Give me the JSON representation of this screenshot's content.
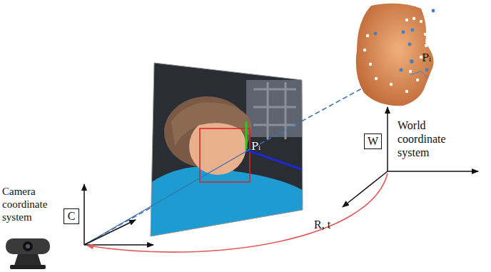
{
  "diagram": {
    "nodes": [
      {
        "text": [
          "C"
        ]
      },
      {
        "text": [
          "W"
        ]
      }
    ],
    "labels": [
      "Camera coordinate system",
      "World coordinate system",
      "R, t",
      "Pᵢ",
      "Pᵢ"
    ]
  }
}
